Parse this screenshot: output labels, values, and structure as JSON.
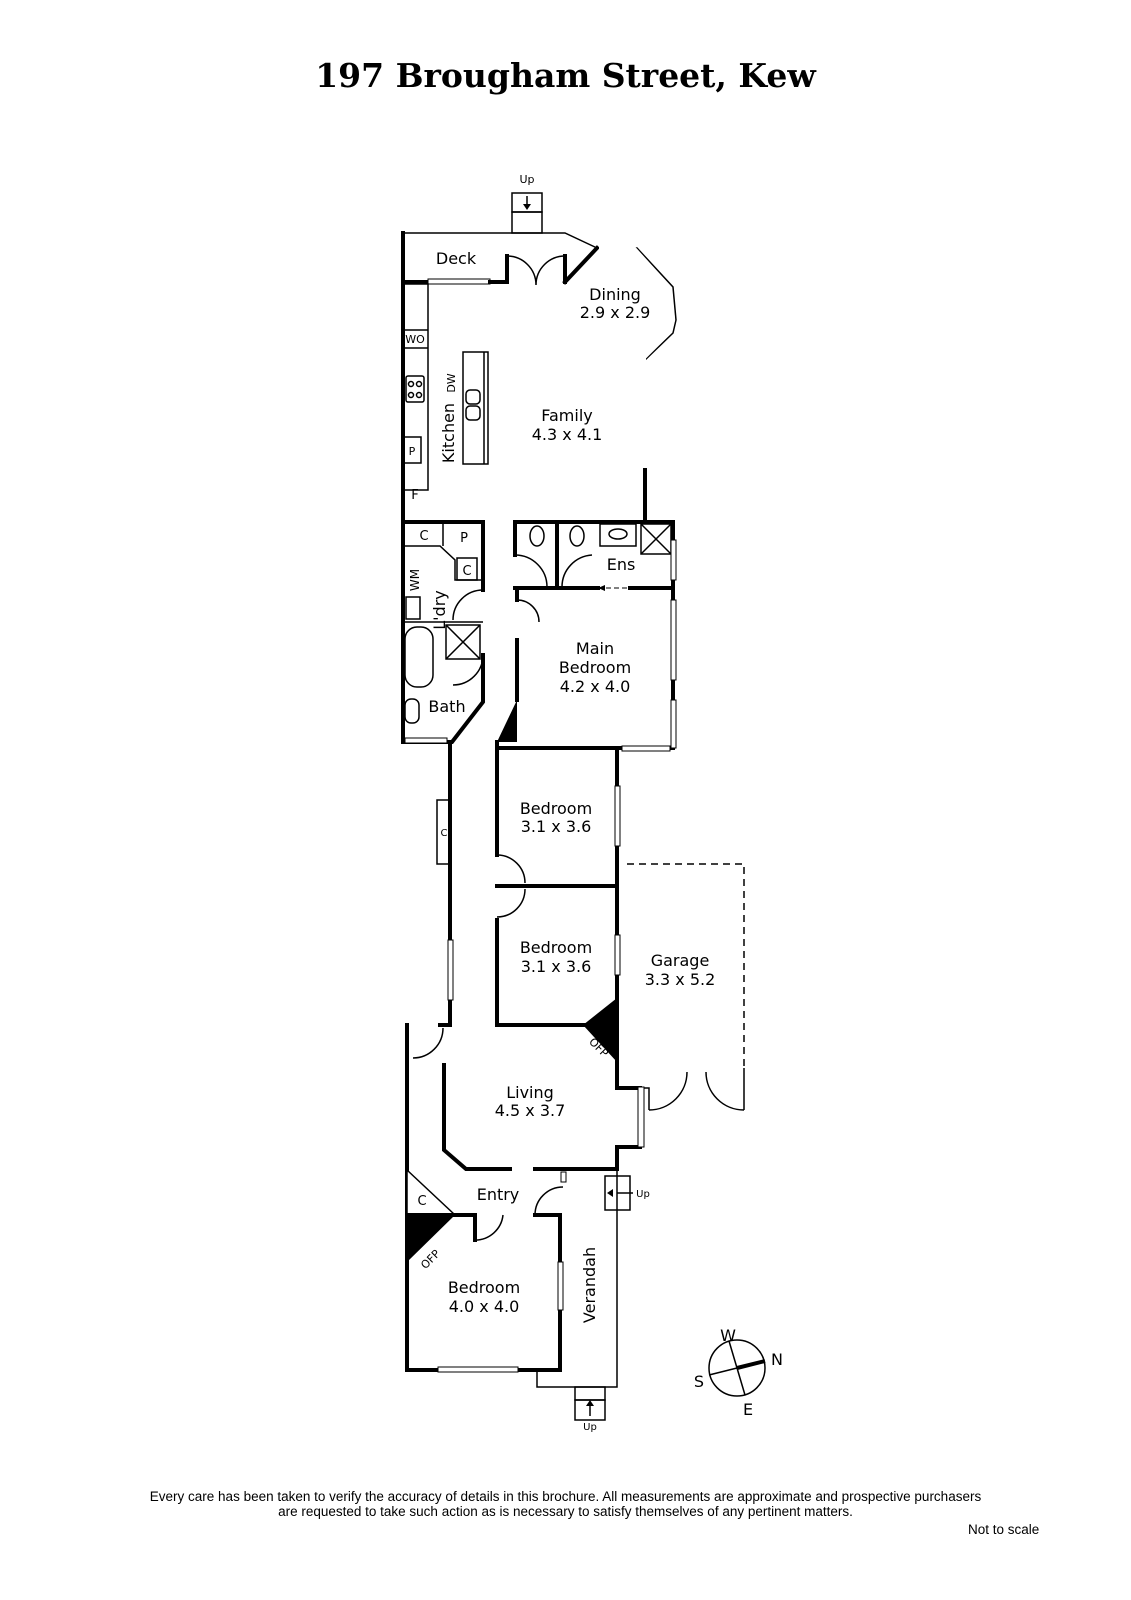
{
  "title": "197 Brougham Street, Kew",
  "rooms": {
    "deck": "Deck",
    "dining": {
      "name": "Dining",
      "size": "2.9 x 2.9"
    },
    "family": {
      "name": "Family",
      "size": "4.3 x 4.1"
    },
    "kitchen": "Kitchen",
    "ens": "Ens",
    "laundry": "L'dry",
    "bath": "Bath",
    "main_bedroom": {
      "name1": "Main",
      "name2": "Bedroom",
      "size": "4.2 x 4.0"
    },
    "bedroom2": {
      "name": "Bedroom",
      "size": "3.1 x 3.6"
    },
    "bedroom3": {
      "name": "Bedroom",
      "size": "3.1 x 3.6"
    },
    "garage": {
      "name": "Garage",
      "size": "3.3 x 5.2"
    },
    "living": {
      "name": "Living",
      "size": "4.5 x 3.7"
    },
    "entry": "Entry",
    "bedroom4": {
      "name": "Bedroom",
      "size": "4.0 x 4.0"
    },
    "verandah": "Verandah"
  },
  "fixtures": {
    "wo": "WO",
    "dw": "DW",
    "p": "P",
    "f": "F",
    "c": "C",
    "wm": "WM",
    "ofp": "OFP",
    "up": "Up"
  },
  "compass": {
    "w": "W",
    "n": "N",
    "s": "S",
    "e": "E"
  },
  "footer": {
    "line1": "Every care has been taken to verify the accuracy of details in this brochure.  All measurements are approximate and prospective purchasers",
    "line2": "are requested to take such action as is necessary to satisfy themselves of any pertinent matters.",
    "not_to_scale": "Not to scale"
  }
}
